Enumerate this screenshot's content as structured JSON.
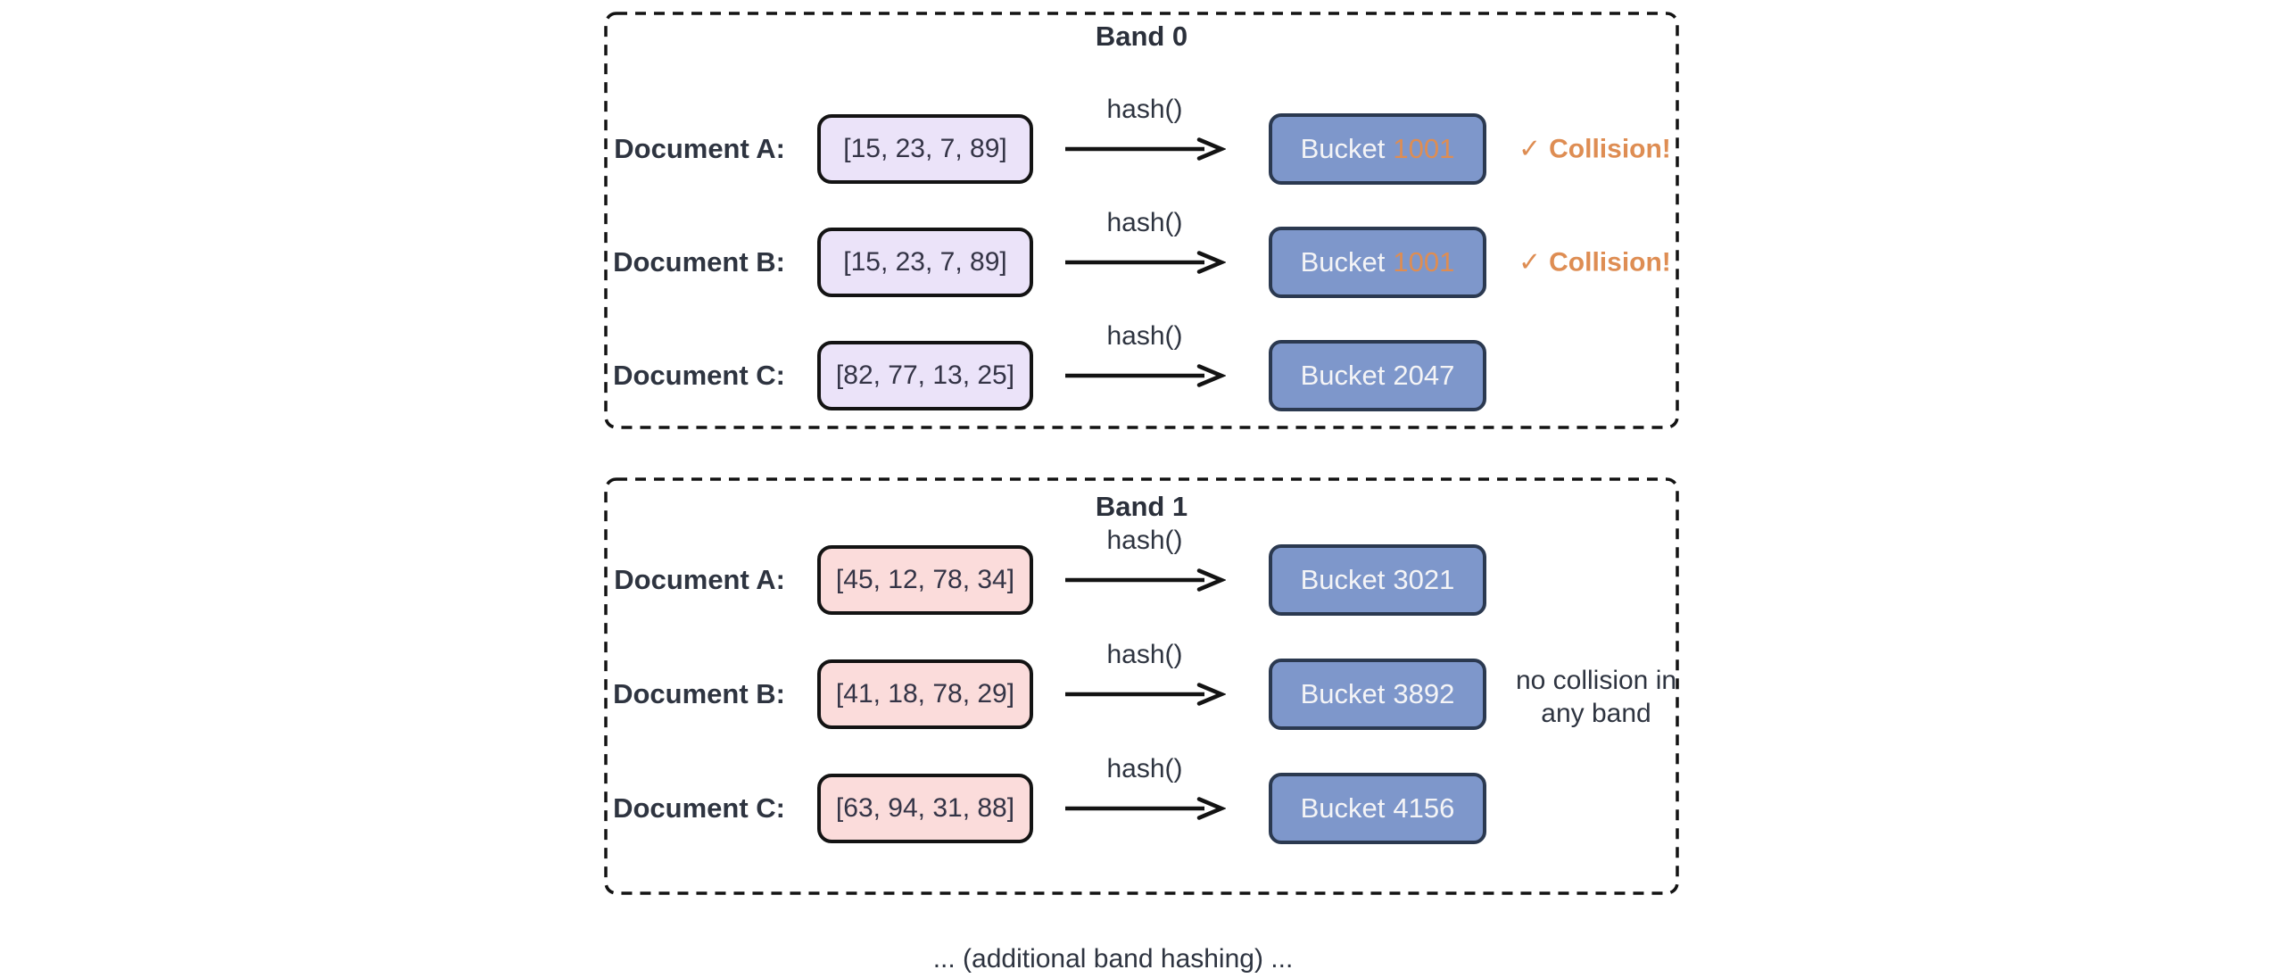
{
  "colors": {
    "background": "#ffffff",
    "text_dark": "#2e3440",
    "diagram_border_black": "#131313",
    "doc_box_fill_band0": "#ebe3f9",
    "doc_box_fill_band1": "#fbdcdb",
    "bucket_fill": "#7e97cb",
    "bucket_border": "#2b3950",
    "bucket_text": "#f4f4f6",
    "collision_orange": "#de8d53"
  },
  "bands": [
    {
      "title": "Band 0",
      "rows": [
        {
          "doc": "Document A:",
          "vector": "[15, 23, 7, 89]",
          "hash": "hash()",
          "bucket_word": "Bucket",
          "bucket_id": "1001",
          "check": "✓",
          "note": "Collision!"
        },
        {
          "doc": "Document B:",
          "vector": "[15, 23, 7, 89]",
          "hash": "hash()",
          "bucket_word": "Bucket",
          "bucket_id": "1001",
          "check": "✓",
          "note": "Collision!"
        },
        {
          "doc": "Document C:",
          "vector": "[82, 77, 13, 25]",
          "hash": "hash()",
          "bucket_word": "Bucket",
          "bucket_id": "2047"
        }
      ]
    },
    {
      "title": "Band 1",
      "rows": [
        {
          "doc": "Document A:",
          "vector": "[45, 12, 78, 34]",
          "hash": "hash()",
          "bucket_word": "Bucket",
          "bucket_id": "3021"
        },
        {
          "doc": "Document B:",
          "vector": "[41, 18, 78, 29]",
          "hash": "hash()",
          "bucket_word": "Bucket",
          "bucket_id": "3892"
        },
        {
          "doc": "Document C:",
          "vector": "[63, 94, 31, 88]",
          "hash": "hash()",
          "bucket_word": "Bucket",
          "bucket_id": "4156"
        }
      ],
      "annotation_line1": "no collision in",
      "annotation_line2": "any band"
    }
  ],
  "caption": "... (additional band hashing) ..."
}
